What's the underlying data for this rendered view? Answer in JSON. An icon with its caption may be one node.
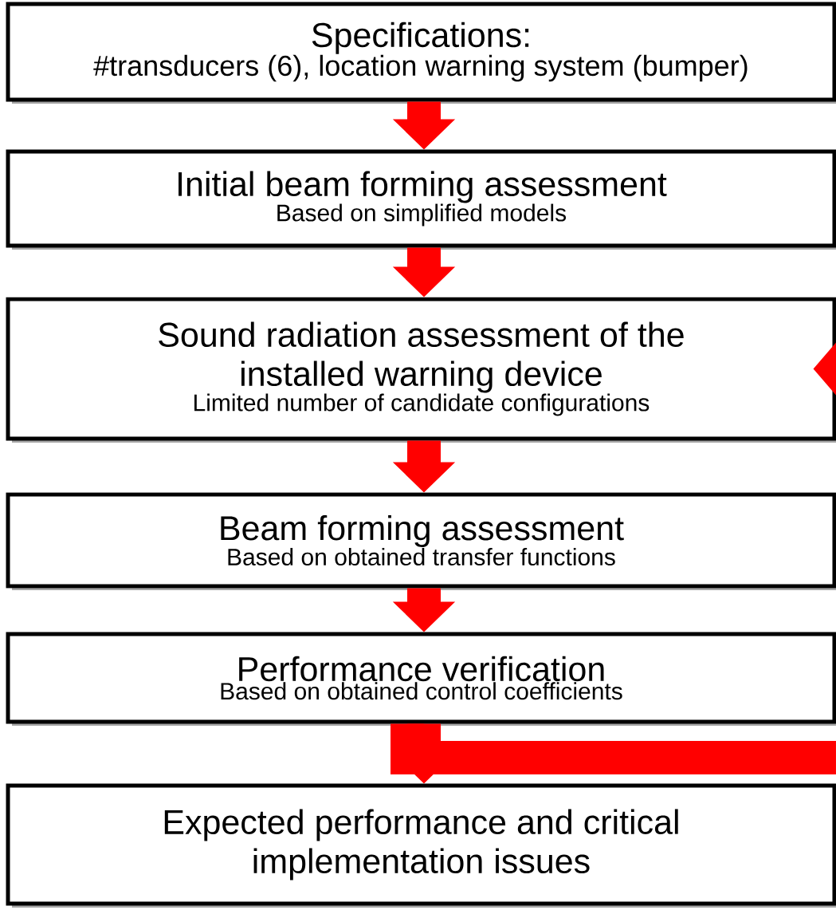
{
  "diagram": {
    "nodes": [
      {
        "text": [
          "Specifications:",
          "#transducers (6), location warning system (bumper)"
        ]
      },
      {
        "text": [
          "Initial beam forming assessment",
          "Based on simplified models"
        ]
      },
      {
        "text": [
          "Sound radiation assessment of the installed warning device",
          "Limited number of candidate configurations"
        ]
      },
      {
        "text": [
          "Beam forming assessment",
          "Based on obtained transfer functions"
        ]
      },
      {
        "text": [
          "Performance verification",
          "Based on obtained control coefficients"
        ]
      },
      {
        "text": [
          "Expected performance and critical implementation issues"
        ]
      }
    ],
    "edges": [
      {
        "from": 0,
        "to": 1,
        "arrow": "to"
      },
      {
        "from": 1,
        "to": 2,
        "arrow": "to"
      },
      {
        "from": 2,
        "to": 3,
        "arrow": "to"
      },
      {
        "from": 3,
        "to": 4,
        "arrow": "to"
      },
      {
        "from": 4,
        "to": 5,
        "arrow": "to"
      },
      {
        "from": 4,
        "to": null,
        "arrow": "none"
      },
      {
        "from": null,
        "to": 2,
        "arrow": "to"
      }
    ]
  }
}
